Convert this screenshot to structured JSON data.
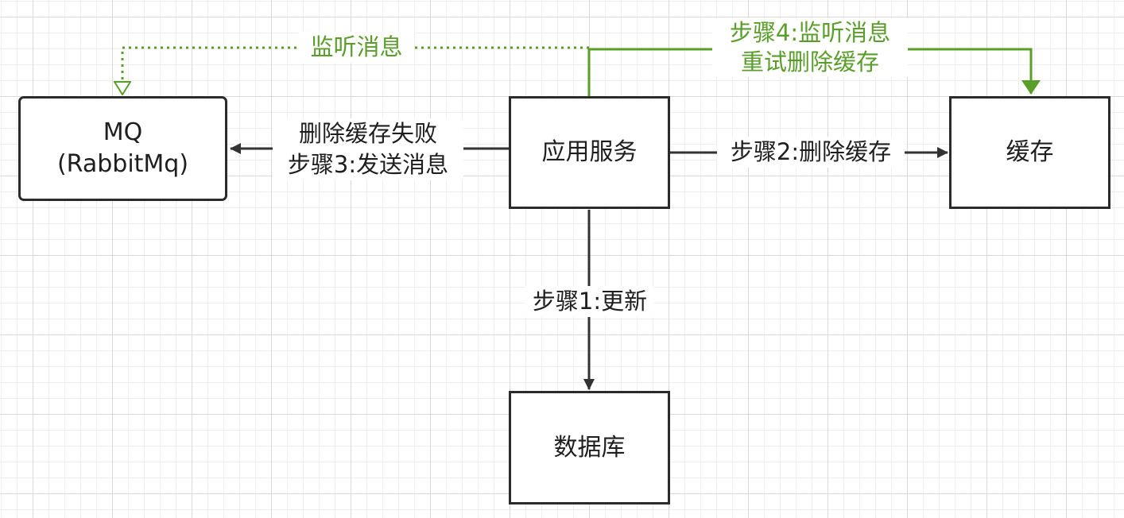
{
  "colors": {
    "edge": "#333333",
    "accent_green": "#5a9e2a",
    "node_border": "#2b2b2b",
    "grid_major": "#d9d9d9",
    "grid_minor": "#eeeeee"
  },
  "nodes": {
    "mq": {
      "line1": "MQ",
      "line2": "(RabbitMq)"
    },
    "app": {
      "label": "应用服务"
    },
    "cache": {
      "label": "缓存"
    },
    "db": {
      "label": "数据库"
    }
  },
  "edges": {
    "update": {
      "label": "步骤1:更新"
    },
    "delete_cache": {
      "label": "步骤2:删除缓存"
    },
    "send_message": {
      "line1": "删除缓存失败",
      "line2": "步骤3:发送消息"
    },
    "listen": {
      "label": "监听消息"
    },
    "retry": {
      "line1": "步骤4:监听消息",
      "line2": "重试删除缓存"
    }
  }
}
